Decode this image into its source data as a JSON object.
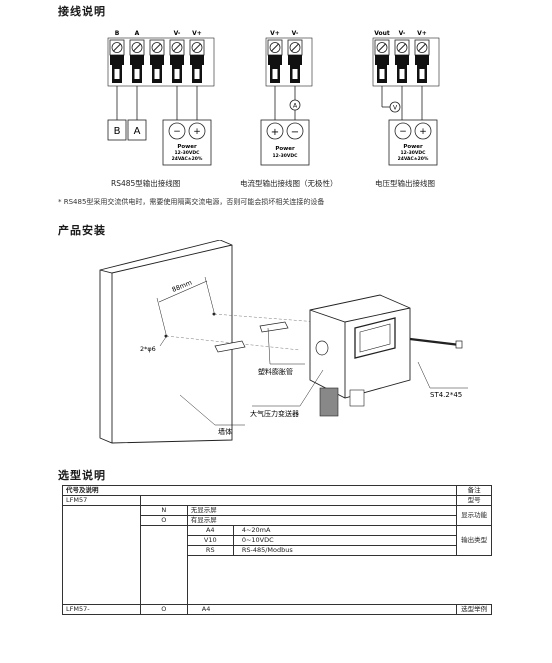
{
  "sections": {
    "wiring": "接线说明",
    "install": "产品安装",
    "selection": "选型说明"
  },
  "wiring": {
    "rs485": {
      "terminals": [
        "B",
        "A",
        "",
        "V-",
        "V+"
      ],
      "box_labels": [
        "B",
        "A"
      ],
      "power_label": "Power",
      "power_spec": "12-30VDC",
      "power_spec2": "24VAC±20%",
      "caption": "RS485型输出接线图"
    },
    "current": {
      "terminals": [
        "V+",
        "V-"
      ],
      "meter": "A",
      "power_label": "Power",
      "power_spec": "12-30VDC",
      "caption": "电流型输出接线图（无极性）"
    },
    "voltage": {
      "terminals": [
        "Vout",
        "V-",
        "V+"
      ],
      "meter": "V",
      "power_label": "Power",
      "power_spec": "12-30VDC",
      "power_spec2": "24VAC±20%",
      "caption": "电压型输出接线图"
    },
    "note": "* RS485型采用交流供电时，需要使用隔离交流电源，否则可能会损坏相关连接的设备"
  },
  "install": {
    "dim_88": "88mm",
    "dim_hole": "2*φ6",
    "label_anchor": "塑料膨胀管",
    "label_screw": "ST4.2*45",
    "label_transmitter": "大气压力变送器",
    "label_wall": "墙体"
  },
  "selection": {
    "header_code": "代号及说明",
    "header_note": "备注",
    "model": "LFM57",
    "model_note": "型号",
    "display_options": [
      {
        "code": "N",
        "desc": "无显示屏"
      },
      {
        "code": "O",
        "desc": "有显示屏"
      }
    ],
    "display_note": "显示功能",
    "output_options": [
      {
        "code": "A4",
        "desc": "4~20mA"
      },
      {
        "code": "V10",
        "desc": "0~10VDC"
      },
      {
        "code": "RS",
        "desc": "RS-485/Modbus"
      }
    ],
    "output_note": "输出类型",
    "example": {
      "model": "LFM57-",
      "display": "O",
      "output": "A4",
      "note": "选型举例"
    }
  }
}
